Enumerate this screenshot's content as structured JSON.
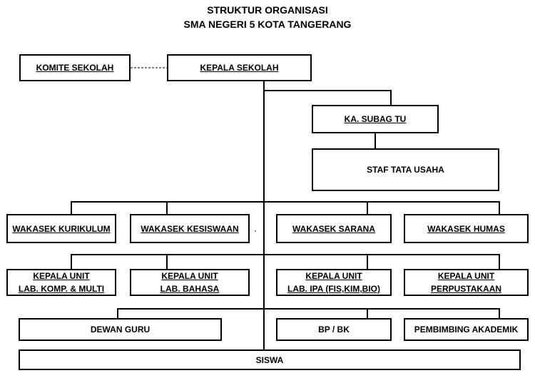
{
  "title": {
    "line1": "STRUKTUR ORGANISASI",
    "line2": "SMA NEGERI 5 KOTA TANGERANG"
  },
  "nodes": {
    "komite": "KOMITE SEKOLAH",
    "kepala": "KEPALA SEKOLAH",
    "subag": "KA. SUBAG TU",
    "staf": "STAF TATA USAHA",
    "kurikulum": "WAKASEK KURIKULUM",
    "kesiswaan": "WAKASEK KESISWAAN",
    "sarana": "WAKASEK SARANA",
    "humas": "WAKASEK HUMAS",
    "unit1": {
      "l1": "KEPALA UNIT",
      "l2": "LAB. KOMP. & MULTI"
    },
    "unit2": {
      "l1": "KEPALA UNIT",
      "l2": "LAB. BAHASA"
    },
    "unit3": {
      "l1": "KEPALA UNIT",
      "l2": "LAB. IPA (FIS,KIM,BIO)"
    },
    "unit4": {
      "l1": "KEPALA UNIT",
      "l2": "PERPUSTAKAAN"
    },
    "dewan": "DEWAN GURU",
    "bpbk": "BP / BK",
    "pembimbing": "PEMBIMBING AKADEMIK",
    "siswa": "SISWA"
  }
}
